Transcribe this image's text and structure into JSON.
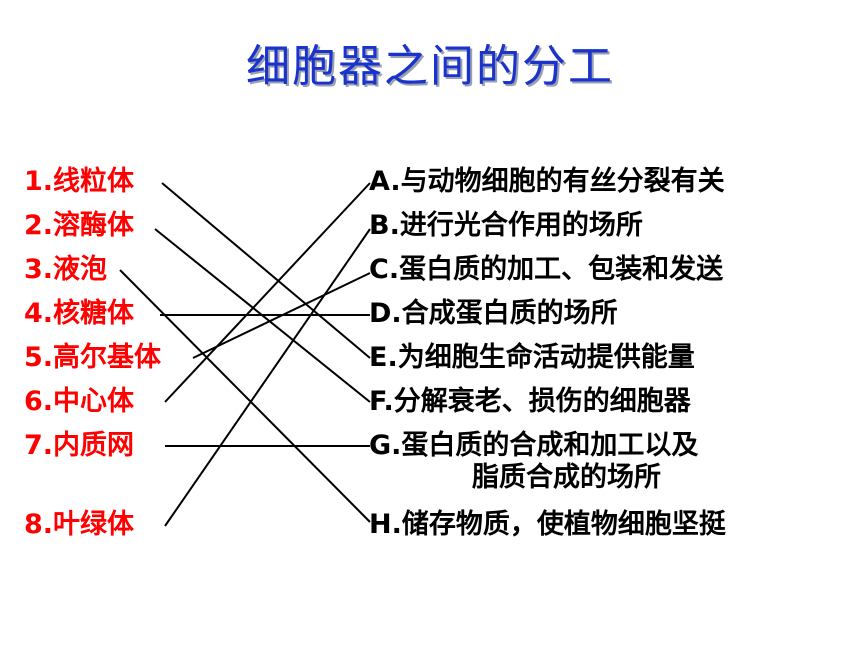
{
  "title": "细胞器之间的分工",
  "left": [
    {
      "id": "1",
      "label": "1.线粒体"
    },
    {
      "id": "2",
      "label": "2.溶酶体"
    },
    {
      "id": "3",
      "label": "3.液泡"
    },
    {
      "id": "4",
      "label": "4.核糖体"
    },
    {
      "id": "5",
      "label": "5.高尔基体"
    },
    {
      "id": "6",
      "label": "6.中心体"
    },
    {
      "id": "7",
      "label": "7.内质网"
    },
    {
      "id": "8",
      "label": "8.叶绿体"
    }
  ],
  "right": [
    {
      "id": "A",
      "label": "A.与动物细胞的有丝分裂有关"
    },
    {
      "id": "B",
      "label": "B.进行光合作用的场所"
    },
    {
      "id": "C",
      "label": "C.蛋白质的加工、包装和发送"
    },
    {
      "id": "D",
      "label": "D.合成蛋白质的场所"
    },
    {
      "id": "E",
      "label": "E.为细胞生命活动提供能量"
    },
    {
      "id": "F",
      "label": "F.分解衰老、损伤的细胞器"
    },
    {
      "id": "G",
      "label": "G.蛋白质的合成和加工以及",
      "cont": "脂质合成的场所"
    },
    {
      "id": "H",
      "label": "H.储存物质，使植物细胞坚挺"
    }
  ],
  "links": [
    {
      "from": "1",
      "to": "E"
    },
    {
      "from": "2",
      "to": "F"
    },
    {
      "from": "3",
      "to": "H"
    },
    {
      "from": "4",
      "to": "D"
    },
    {
      "from": "5",
      "to": "C"
    },
    {
      "from": "6",
      "to": "A"
    },
    {
      "from": "7",
      "to": "G"
    },
    {
      "from": "8",
      "to": "B"
    }
  ],
  "colors": {
    "title": "#1a33cc",
    "left": "#ff0000",
    "right": "#000000",
    "line": "#000000"
  }
}
